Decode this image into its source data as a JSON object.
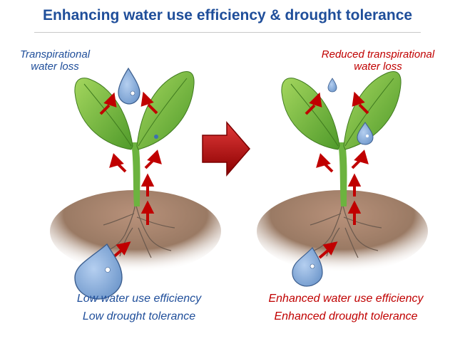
{
  "title": "Enhancing water use efficiency & drought tolerance",
  "left_panel": {
    "top_label_line1": "Transpirational",
    "top_label_line2": "water loss",
    "caption_line1": "Low water use efficiency",
    "caption_line2": "Low drought tolerance"
  },
  "right_panel": {
    "top_label_line1": "Reduced transpirational",
    "top_label_line2": "water loss",
    "caption_line1": "Enhanced water use efficiency",
    "caption_line2": "Enhanced drought tolerance"
  },
  "colors": {
    "title": "#1f4e9a",
    "left_text": "#1f4e9a",
    "right_text": "#c00000",
    "arrow": "#c00000",
    "leaf": "#7ac142",
    "soil": "#8b6a4f",
    "water": "#7fa7d6"
  },
  "icons": [
    "water-drop-icon",
    "arrow-right-icon",
    "plant-illustration",
    "soil-illustration"
  ]
}
